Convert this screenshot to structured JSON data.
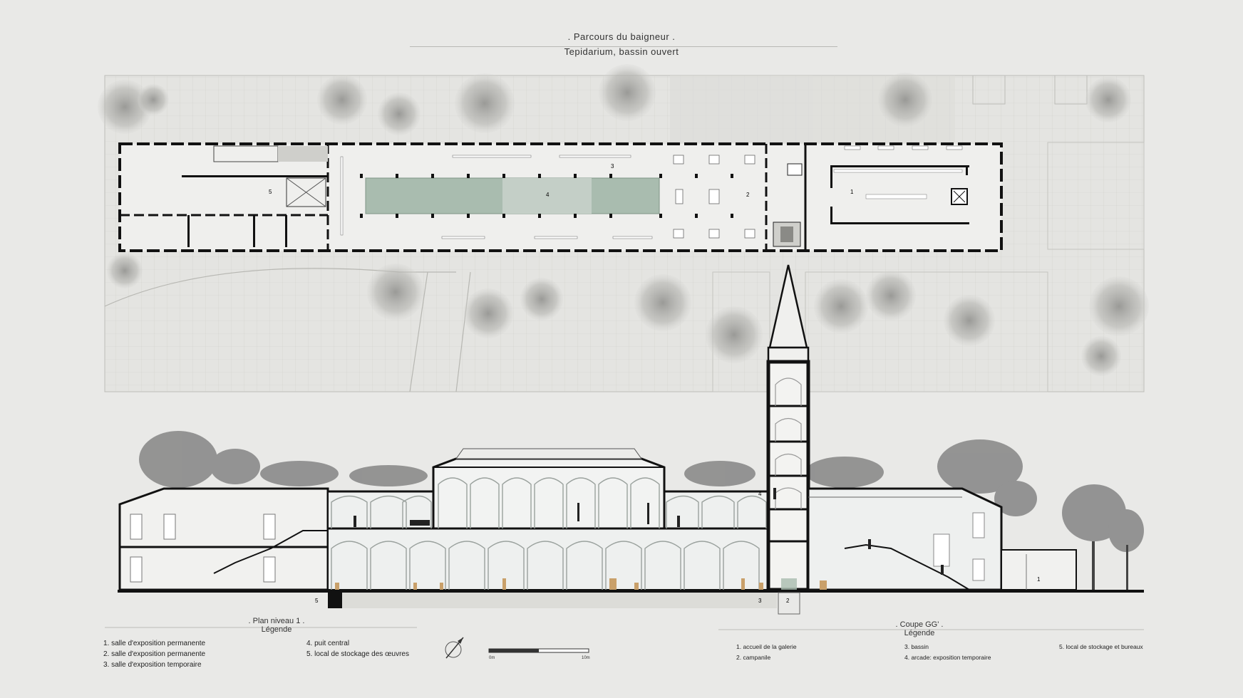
{
  "header": {
    "title": ". Parcours du baigneur .",
    "subtitle": "Tepidarium, bassin ouvert"
  },
  "plan": {
    "room_numbers": [
      "1",
      "2",
      "3",
      "4",
      "5"
    ],
    "caption_title": ". Plan niveau 1 .",
    "caption_subtitle": "Légende",
    "legend_col1": [
      "1. salle d'exposition permanente",
      "2. salle d'exposition permanente",
      "3. salle d'exposition temporaire"
    ],
    "legend_col2": [
      "4. puit central",
      "5. local de stockage des œuvres"
    ]
  },
  "scale_bar": {
    "start": "0m",
    "end": "10m"
  },
  "section": {
    "labels": [
      "5",
      "3",
      "2",
      "1",
      "4"
    ],
    "caption_title": ". Coupe GG' .",
    "caption_subtitle": "Légende",
    "legend_col1": [
      "1. accueil de la galerie",
      "2. campanile"
    ],
    "legend_col2": [
      "3. bassin",
      "4. arcade: exposition temporaire"
    ],
    "legend_col3": [
      "5. local de stockage et bureaux"
    ]
  },
  "colors": {
    "background": "#e9e9e7",
    "pool": "#a9bcaf",
    "wall": "#111111"
  }
}
